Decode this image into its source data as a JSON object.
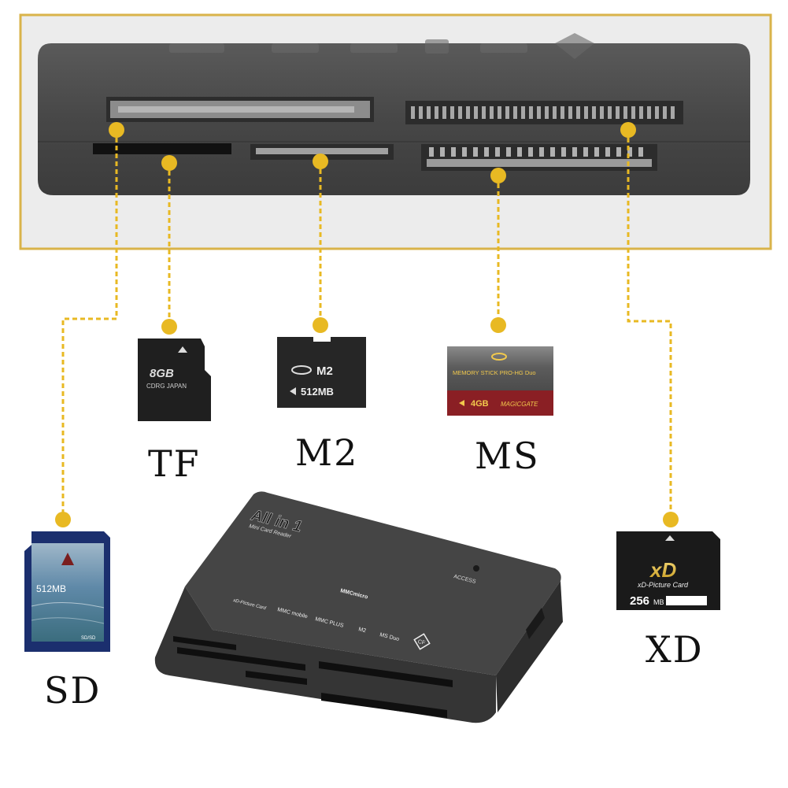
{
  "card_labels": {
    "sd": "SD",
    "tf": "TF",
    "m2": "M2",
    "ms": "MS",
    "xd": "XD"
  },
  "tf_card": {
    "capacity": "8GB",
    "maker": "CDRG JAPAN"
  },
  "m2_card": {
    "brand": "M2",
    "capacity": "512MB"
  },
  "ms_card": {
    "title": "MEMORY STICK PRO-HG Duo",
    "capacity": "4GB",
    "gate": "MAGICGATE"
  },
  "sd_card": {
    "capacity": "512MB",
    "footer": "SD/SD"
  },
  "xd_card": {
    "logo": "xD",
    "subtitle": "xD-Picture Card",
    "capacity": "256",
    "unit": "MB"
  },
  "reader": {
    "brand": "All in 1",
    "subtitle": "Mini Card Reader",
    "access": "ACCESS",
    "slot_labels": [
      "xD-Picture Card",
      "MMC mobile",
      "MMC PLUS",
      "MMCmicro",
      "M2",
      "MS Duo",
      "CF"
    ]
  },
  "colors": {
    "accent": "#e8b923",
    "frame": "#d9b34a",
    "reader_body": "#3a3a3a"
  }
}
